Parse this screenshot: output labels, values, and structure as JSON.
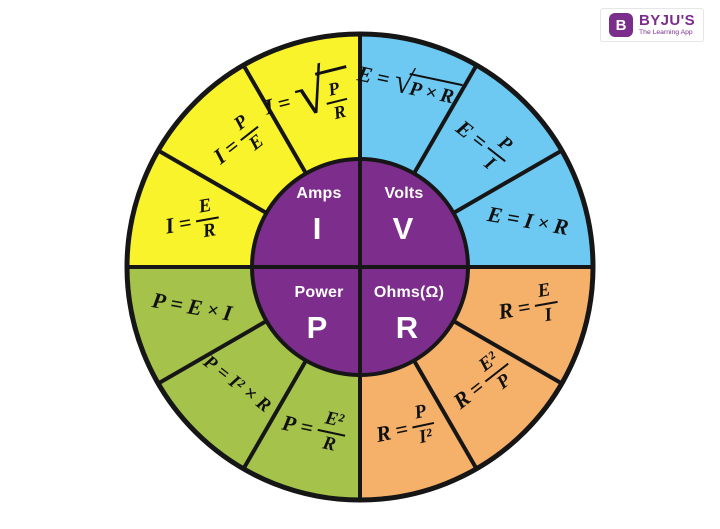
{
  "logo": {
    "icon_letter": "B",
    "brand": "BYJU'S",
    "tagline": "The Learning App",
    "brand_color": "#7B2D8B"
  },
  "wheel": {
    "eq": "=",
    "radical": "√",
    "colors": {
      "current_quadrant": "#F9F32B",
      "voltage_quadrant": "#6EC9F2",
      "resistance_quadrant": "#F5B06A",
      "power_quadrant": "#A5C24B",
      "hub": "#7D2D8C",
      "line": "#161616"
    },
    "hub": [
      {
        "label": "Amps",
        "symbol": "I"
      },
      {
        "label": "Volts",
        "symbol": "V"
      },
      {
        "label": "Power",
        "symbol": "P"
      },
      {
        "label": "Ohms(Ω)",
        "symbol": "R"
      }
    ],
    "formulas": [
      {
        "lhs": "I",
        "num": "E",
        "den": "R"
      },
      {
        "lhs": "I",
        "num": "P",
        "den": "E"
      },
      {
        "lhs": "I",
        "num": "P",
        "den": "R"
      },
      {
        "lhs": "E",
        "a": "P",
        "op": "×",
        "b": "R"
      },
      {
        "lhs": "E",
        "num": "P",
        "den": "I"
      },
      {
        "lhs": "E",
        "a": "I",
        "op": "×",
        "b": "R"
      },
      {
        "lhs": "R",
        "num": "E",
        "den": "I"
      },
      {
        "lhs": "R",
        "num": "E²",
        "den": "P"
      },
      {
        "lhs": "R",
        "num": "P",
        "den": "I²"
      },
      {
        "lhs": "P",
        "num": "E²",
        "den": "R"
      },
      {
        "lhs": "P",
        "a": "I²",
        "op": "×",
        "b": "R"
      },
      {
        "lhs": "P",
        "a": "E",
        "op": "×",
        "b": "I"
      }
    ]
  }
}
